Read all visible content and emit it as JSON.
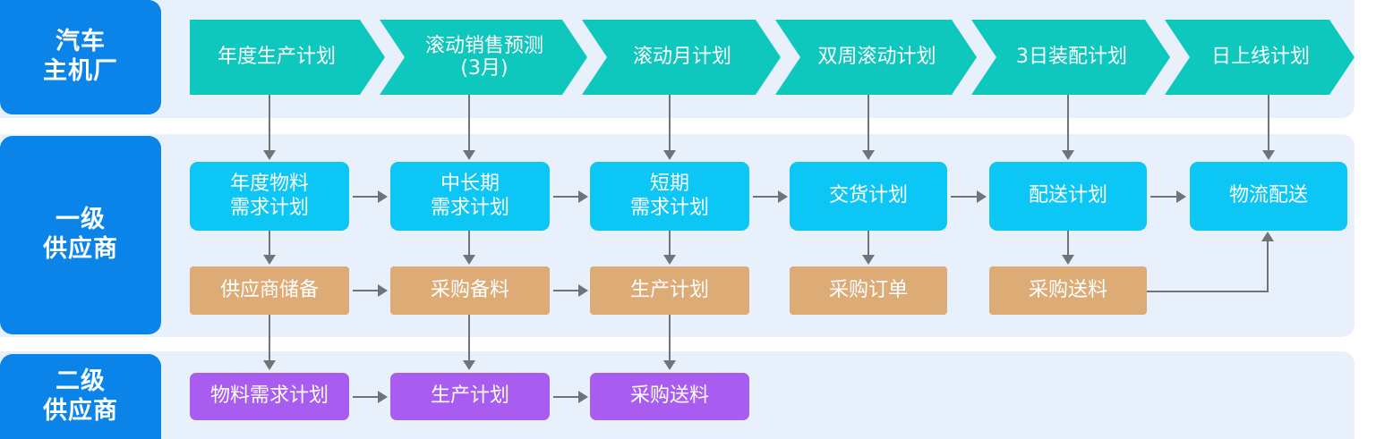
{
  "lanes": [
    {
      "id": "oem",
      "label": "汽车\n主机厂"
    },
    {
      "id": "tier1",
      "label": "一级\n供应商"
    },
    {
      "id": "tier2",
      "label": "二级\n供应商"
    }
  ],
  "lane_labels": {
    "oem_l1": "汽车",
    "oem_l2": "主机厂",
    "tier1_l1": "一级",
    "tier1_l2": "供应商",
    "tier2_l1": "二级",
    "tier2_l2": "供应商"
  },
  "chevrons": [
    {
      "label": "年度生产计划"
    },
    {
      "label_l1": "滚动销售预测",
      "label_l2": "(3月)"
    },
    {
      "label": "滚动月计划"
    },
    {
      "label": "双周滚动计划"
    },
    {
      "label": "3日装配计划"
    },
    {
      "label": "日上线计划"
    }
  ],
  "tier1_plan_row": [
    {
      "l1": "年度物料",
      "l2": "需求计划"
    },
    {
      "l1": "中长期",
      "l2": "需求计划"
    },
    {
      "l1": "短期",
      "l2": "需求计划"
    },
    {
      "l1": "交货计划",
      "l2": ""
    },
    {
      "l1": "配送计划",
      "l2": ""
    },
    {
      "l1": "物流配送",
      "l2": ""
    }
  ],
  "tier1_exec_row": [
    {
      "label": "供应商储备"
    },
    {
      "label": "采购备料"
    },
    {
      "label": "生产计划"
    },
    {
      "label": "采购订单"
    },
    {
      "label": "采购送料"
    }
  ],
  "tier2_row": [
    {
      "label": "物料需求计划"
    },
    {
      "label": "生产计划"
    },
    {
      "label": "采购送料"
    }
  ],
  "colors": {
    "lane_header": "#0a84e8",
    "band": "#e8f1fb",
    "chevron": "#0ec7bd",
    "cyan_node": "#0cc7f5",
    "tan_node": "#dcab76",
    "purple_node": "#a95cf0",
    "connector": "#6e7478",
    "page_background": "#ffffff"
  }
}
